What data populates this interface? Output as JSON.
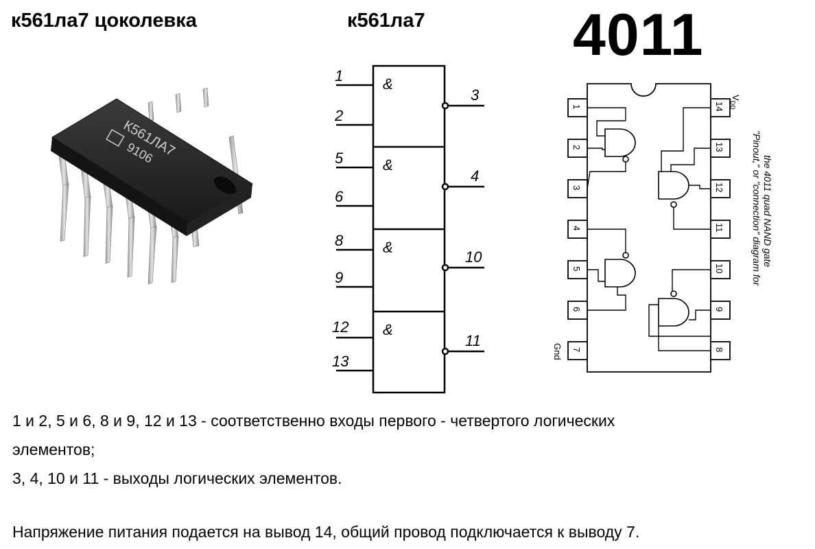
{
  "titles": {
    "pinout": "к561ла7 цоколевка",
    "schematic": "к561ла7",
    "cmos": "4011"
  },
  "chip_photo": {
    "marking_line1": "К561ЛА7",
    "marking_line2": "9106"
  },
  "schematic": {
    "gate_symbol": "&",
    "gates": [
      {
        "inputs": [
          "1",
          "2"
        ],
        "output": "3"
      },
      {
        "inputs": [
          "5",
          "6"
        ],
        "output": "4"
      },
      {
        "inputs": [
          "8",
          "9"
        ],
        "output": "10"
      },
      {
        "inputs": [
          "12",
          "13"
        ],
        "output": "11"
      }
    ]
  },
  "pinout_4011": {
    "left_pins": [
      "1",
      "2",
      "3",
      "4",
      "5",
      "6",
      "7"
    ],
    "right_pins": [
      "14",
      "13",
      "12",
      "11",
      "10",
      "9",
      "8"
    ],
    "vdd_label": "V",
    "vdd_sub": "DD",
    "gnd_label": "Gnd",
    "caption_line1": "\"Pinout,\" or \"connection\" diagram for",
    "caption_line2": "the 4011 quad NAND gate"
  },
  "description": {
    "inputs_line1": "1 и 2, 5 и 6, 8 и 9, 12 и 13 - соответственно входы первого - четвертого логических",
    "inputs_line2": "элементов;",
    "outputs_line": "3, 4, 10 и 11 - выходы логических элементов.",
    "power_line": "Напряжение питания подается на вывод 14, общий провод подключается к выводу 7."
  }
}
